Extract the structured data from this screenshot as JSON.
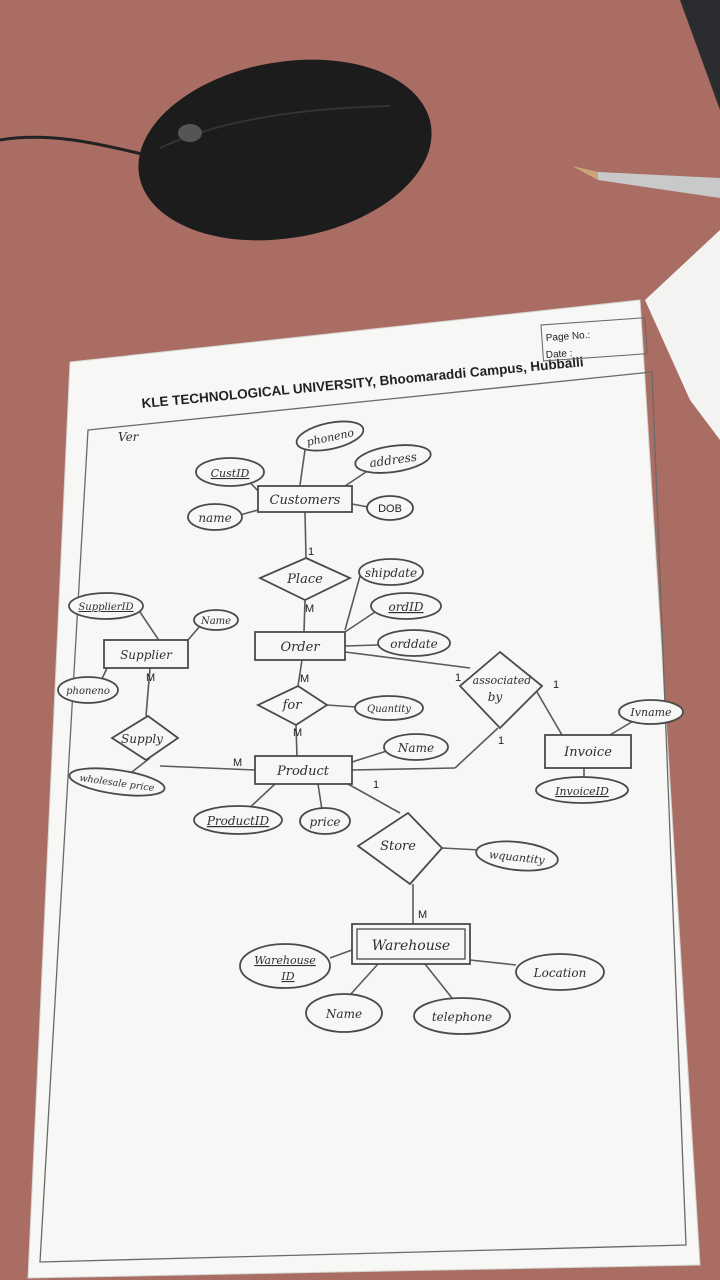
{
  "header": {
    "university": "KLE TECHNOLOGICAL UNIVERSITY, Bhoomaraddi Campus, Hubballi",
    "page_no_label": "Page No.:",
    "date_label": "Date :"
  },
  "margin_note": "Ver",
  "entities": {
    "customers": "Customers",
    "order": "Order",
    "supplier": "Supplier",
    "product": "Product",
    "invoice": "Invoice",
    "warehouse": "Warehouse"
  },
  "relationships": {
    "place": "Place",
    "for": "for",
    "supply": "Supply",
    "store": "Store",
    "associated_line1": "associated",
    "associated_line2": "by"
  },
  "attributes": {
    "cust_id": "CustID",
    "phone_no_customer": "phoneno",
    "address": "address",
    "name_customer": "name",
    "dob": "DOB",
    "ship_date": "shipdate",
    "order_id": "ordID",
    "order_date": "orddate",
    "quantity_order": "Quantity",
    "supplier_id": "SupplierID",
    "name_supplier": "Name",
    "phone_no_supplier": "phoneno",
    "wholesale_price": "wholesale price",
    "name_product": "Name",
    "product_id": "ProductID",
    "price": "price",
    "iv_name": "Ivname",
    "invoice_id": "InvoiceID",
    "w_quantity": "wquantity",
    "warehouse_id_line1": "Warehouse",
    "warehouse_id_line2": "ID",
    "location": "Location",
    "name_warehouse": "Name",
    "telephone": "telephone"
  },
  "cardinalities": {
    "customers_place": "1",
    "place_order": "M",
    "order_for": "M",
    "for_product": "M",
    "supplier_supply": "M",
    "supply_product": "M",
    "order_associated": "1",
    "associated_invoice": "1",
    "associated_product": "1",
    "product_store": "1",
    "store_warehouse": "M"
  },
  "colors": {
    "table": "#a96d64",
    "paper": "#f7f7f5",
    "ink": "#4a4a4a",
    "mouse": "#1c1c1c"
  }
}
